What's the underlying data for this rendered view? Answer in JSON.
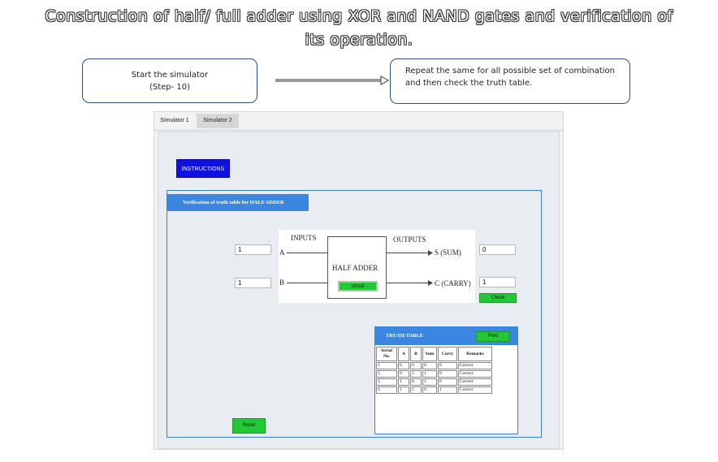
{
  "title": {
    "line1": "Construction of half/ full adder using XOR and NAND gates and verification of",
    "line2": "its operation."
  },
  "callouts": {
    "left_line1": "Start the simulator",
    "left_line2": "(Step- 10)",
    "right_text": "Repeat the same for all possible set of combination and then check the truth table."
  },
  "tabs": [
    "Simulator 1",
    "Simulator 2"
  ],
  "buttons": {
    "instructions": "INSTRUCTIONS",
    "circuit": "circuit",
    "check": "Check",
    "print": "Print",
    "reset": "Reset"
  },
  "panel_header": "Verification of truth table for HALF ADDER",
  "circuit": {
    "inputs_label": "INPUTS",
    "outputs_label": "OUTPUTS",
    "a_label": "A",
    "b_label": "B",
    "box_label": "HALF ADDER",
    "sum_label": "S (SUM)",
    "carry_label": "C (CARRY)",
    "input_a_value": "1",
    "input_b_value": "1",
    "sum_value": "0",
    "carry_value": "1"
  },
  "truth_table": {
    "title": "TRUTH TABLE",
    "headers": [
      "Serial No.",
      "A",
      "B",
      "Sum",
      "Carry",
      "Remarks"
    ],
    "rows": [
      [
        "1",
        "0",
        "0",
        "0",
        "0",
        "Correct"
      ],
      [
        "2",
        "0",
        "1",
        "1",
        "0",
        "Correct"
      ],
      [
        "3",
        "1",
        "0",
        "1",
        "0",
        "Correct"
      ],
      [
        "4",
        "1",
        "1",
        "0",
        "1",
        "Correct"
      ]
    ]
  },
  "colors": {
    "blue_button": "#1010e0",
    "panel_blue": "#3b86e0",
    "green_button": "#22c838"
  }
}
